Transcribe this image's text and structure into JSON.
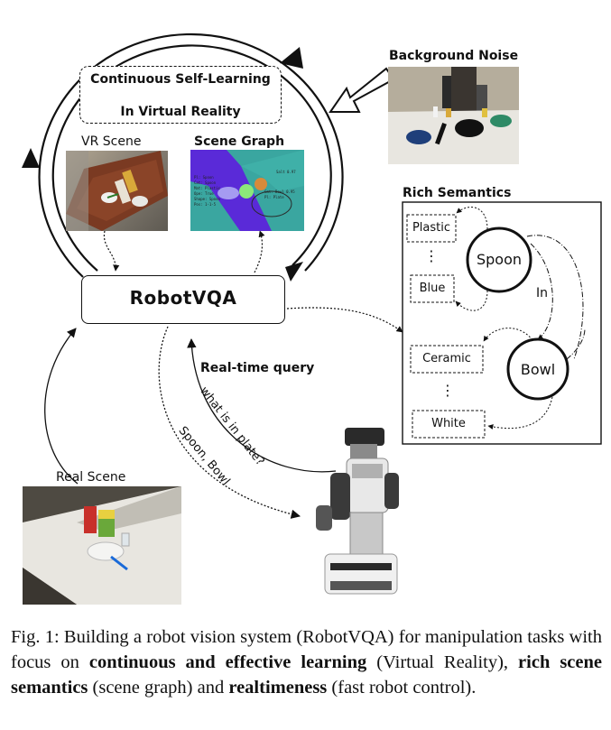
{
  "figure": {
    "self_learning_line1": "Continuous Self-Learning",
    "self_learning_line2": "In Virtual Reality",
    "vr_scene_label": "VR Scene",
    "scene_graph_label": "Scene Graph",
    "background_noise_label": "Background Noise",
    "rich_semantics_label": "Rich Semantics",
    "robotvqa_label": "RobotVQA",
    "realtime_query_label": "Real-time query",
    "question_text": "what is in plate?",
    "answer_text": "Spoon, Bowl",
    "real_scene_label": "Real Scene",
    "semantics": {
      "spoon_node": "Spoon",
      "bowl_node": "Bowl",
      "relation": "In",
      "spoon_attrs": [
        "Plastic",
        "Blue"
      ],
      "bowl_attrs": [
        "Ceramic",
        "White"
      ],
      "ellipsis": "⋮"
    },
    "scene_graph_text": [
      "Salt 0.97",
      "Pl: Spoon",
      "Cat: Spoon",
      "Mat: Plastic",
      "Ope: True",
      "Shape: Spoon",
      "Pos: 1-1-5",
      "Cat: Bowl 0.95",
      "Pl: Plate"
    ]
  },
  "caption": {
    "prefix": "Fig. 1: Building a robot vision system (RobotVQA) for manipulation tasks with focus on ",
    "bold1": "continuous and effective learning",
    "mid1": " (Virtual Reality), ",
    "bold2": "rich scene semantics",
    "mid2": " (scene graph) and ",
    "bold3": "realtimeness",
    "suffix": " (fast robot control)."
  }
}
